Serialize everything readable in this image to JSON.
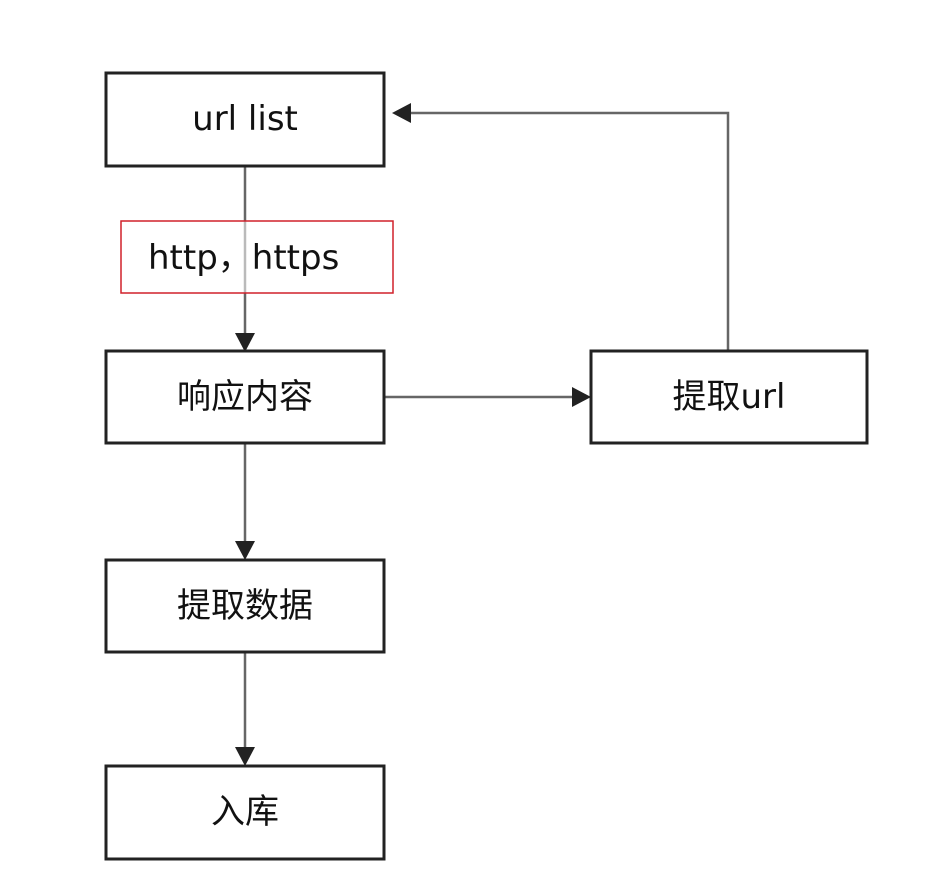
{
  "diagram": {
    "nodes": {
      "url_list": "url list",
      "response": "响应内容",
      "extract_url": "提取url",
      "extract_data": "提取数据",
      "storage": "入库"
    },
    "edge_label": "http，https"
  },
  "colors": {
    "node_border": "#222222",
    "connector": "#666666",
    "arrowhead": "#222222",
    "label_border": "#d0202a"
  }
}
